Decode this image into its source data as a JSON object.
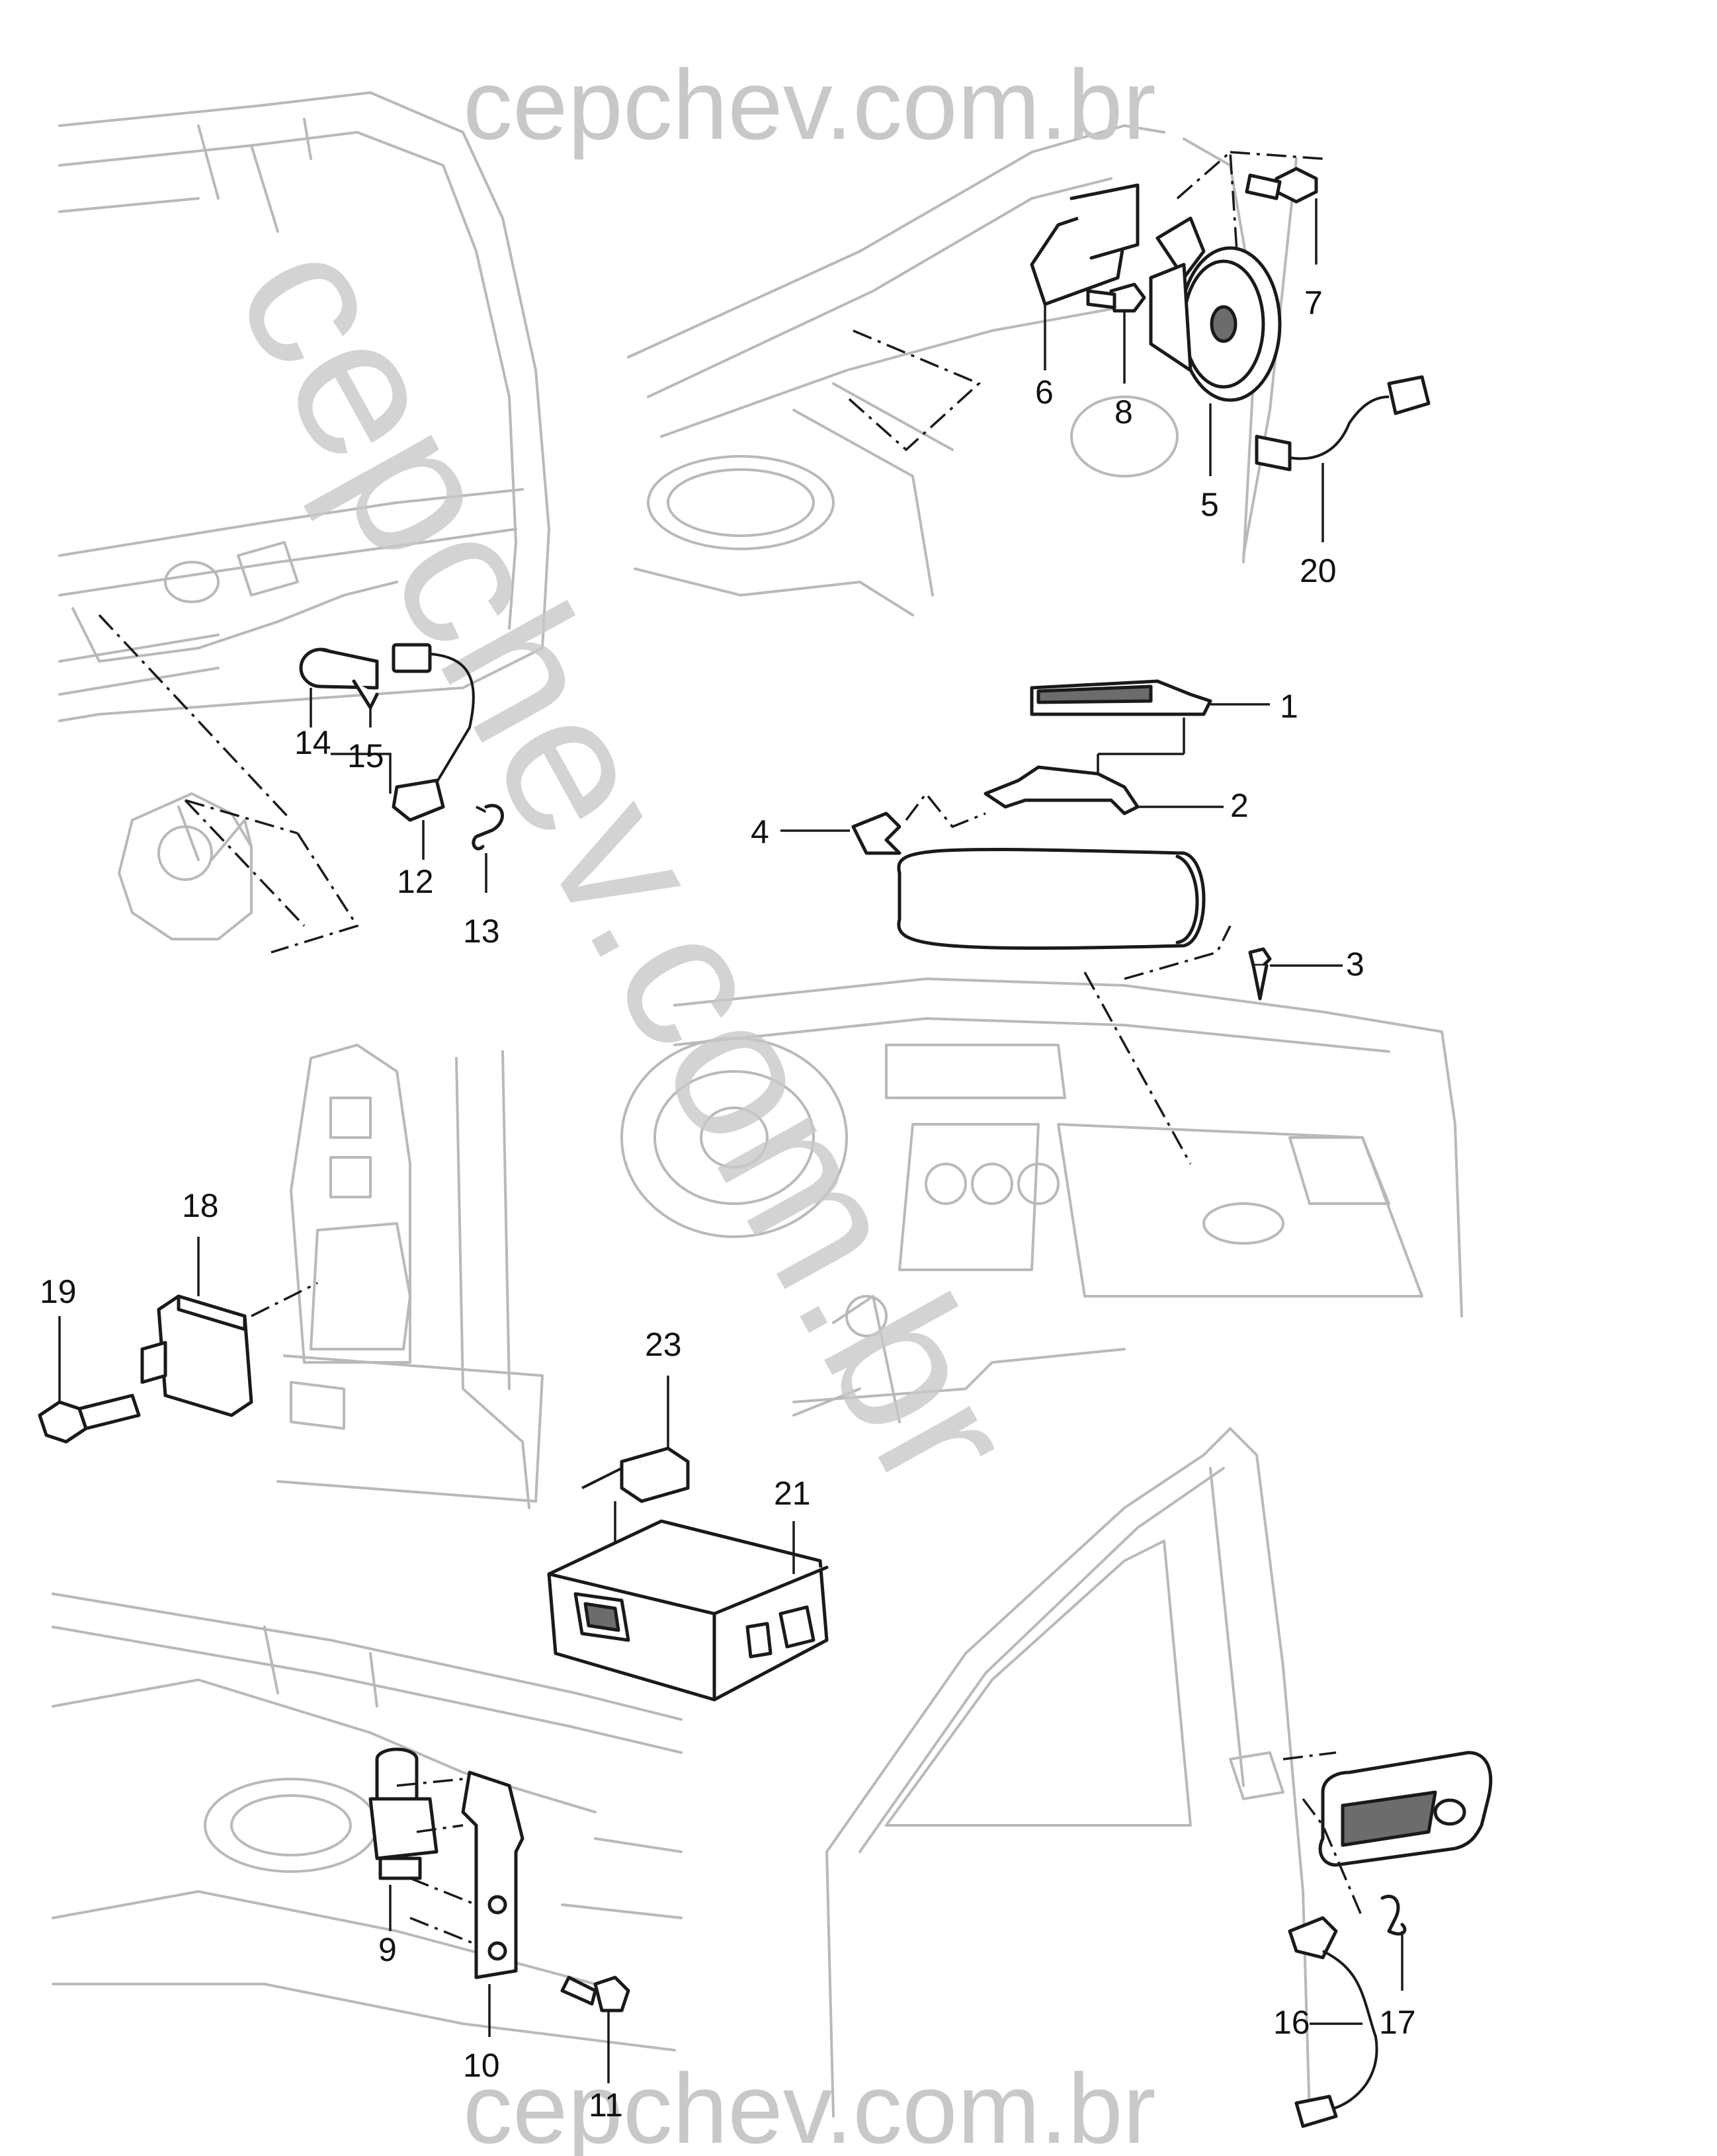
{
  "watermark": {
    "top": "cepchev.com.br",
    "diagonal": "cepchev.com.br",
    "bottom": "cepchev.com.br"
  },
  "callouts": [
    "1",
    "2",
    "3",
    "4",
    "5",
    "6",
    "7",
    "8",
    "9",
    "10",
    "11",
    "12",
    "13",
    "14",
    "15",
    "16",
    "17",
    "18",
    "19",
    "20",
    "21",
    "23"
  ]
}
